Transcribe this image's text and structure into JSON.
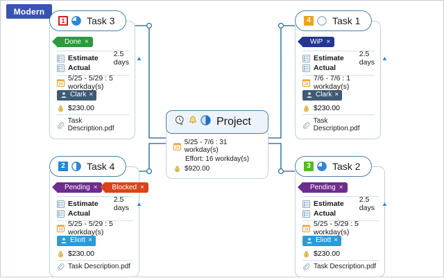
{
  "theme": {
    "label": "Modern",
    "accent": "#3b53b0",
    "link_color": "#3d7ba5",
    "card_border": "#bfd2e0",
    "head_border": "#4a7fa5"
  },
  "labels": {
    "estimate": "Estimate",
    "actual": "Actual",
    "effort_prefix": "Effort:",
    "close_x": "×",
    "caret_up": "▲"
  },
  "project": {
    "title": "Project",
    "schedule": "5/25 - 7/6 : 31 workday(s)",
    "effort": "Effort: 16 workday(s)",
    "cost": "$920.00",
    "icons": [
      "clock-arrow-icon",
      "bell-icon",
      "progress-pie-icon"
    ]
  },
  "tasks": [
    {
      "id": "task3",
      "title": "Task 3",
      "priority": "1",
      "priority_class": "p1",
      "progress_pct": 75,
      "tags": [
        {
          "label": "Done",
          "class": "done"
        }
      ],
      "estimate_label": "Estimate",
      "estimate_value": "2.5 days",
      "actual_label": "Actual",
      "actual_value": "",
      "schedule": "5/25 - 5/29 : 5 workday(s)",
      "assignee": "Clark",
      "assignee_class": "clark",
      "cost": "$230.00",
      "attachment": "Task Description.pdf",
      "alarm": false
    },
    {
      "id": "task1",
      "title": "Task 1",
      "priority": "4",
      "priority_class": "p4",
      "progress_pct": 0,
      "tags": [
        {
          "label": "WiP",
          "class": "wip"
        }
      ],
      "estimate_label": "Estimate",
      "estimate_value": "2.5 days",
      "actual_label": "Actual",
      "actual_value": "",
      "schedule": "7/6 - 7/6 : 1 workday(s)",
      "assignee": "Clark",
      "assignee_class": "clark",
      "cost": "$230.00",
      "attachment": "Task Description.pdf",
      "alarm": true
    },
    {
      "id": "task4",
      "title": "Task 4",
      "priority": "2",
      "priority_class": "p2",
      "progress_pct": 50,
      "tags": [
        {
          "label": "Pending",
          "class": "pending"
        },
        {
          "label": "Blocked",
          "class": "blocked"
        }
      ],
      "estimate_label": "Estimate",
      "estimate_value": "2.5 days",
      "actual_label": "Actual",
      "actual_value": "",
      "schedule": "5/25 - 5/29 : 5 workday(s)",
      "assignee": "Eliott",
      "assignee_class": "eliott",
      "cost": "$230.00",
      "attachment": "Task Description.pdf",
      "alarm": false
    },
    {
      "id": "task2",
      "title": "Task 2",
      "priority": "3",
      "priority_class": "p3",
      "progress_pct": 75,
      "tags": [
        {
          "label": "Pending",
          "class": "pending"
        }
      ],
      "estimate_label": "Estimate",
      "estimate_value": "2.5 days",
      "actual_label": "Actual",
      "actual_value": "",
      "schedule": "5/25 - 5/29 : 5 workday(s)",
      "assignee": "Eliott",
      "assignee_class": "eliott",
      "cost": "$230.00",
      "attachment": "Task Description.pdf",
      "alarm": false
    }
  ]
}
